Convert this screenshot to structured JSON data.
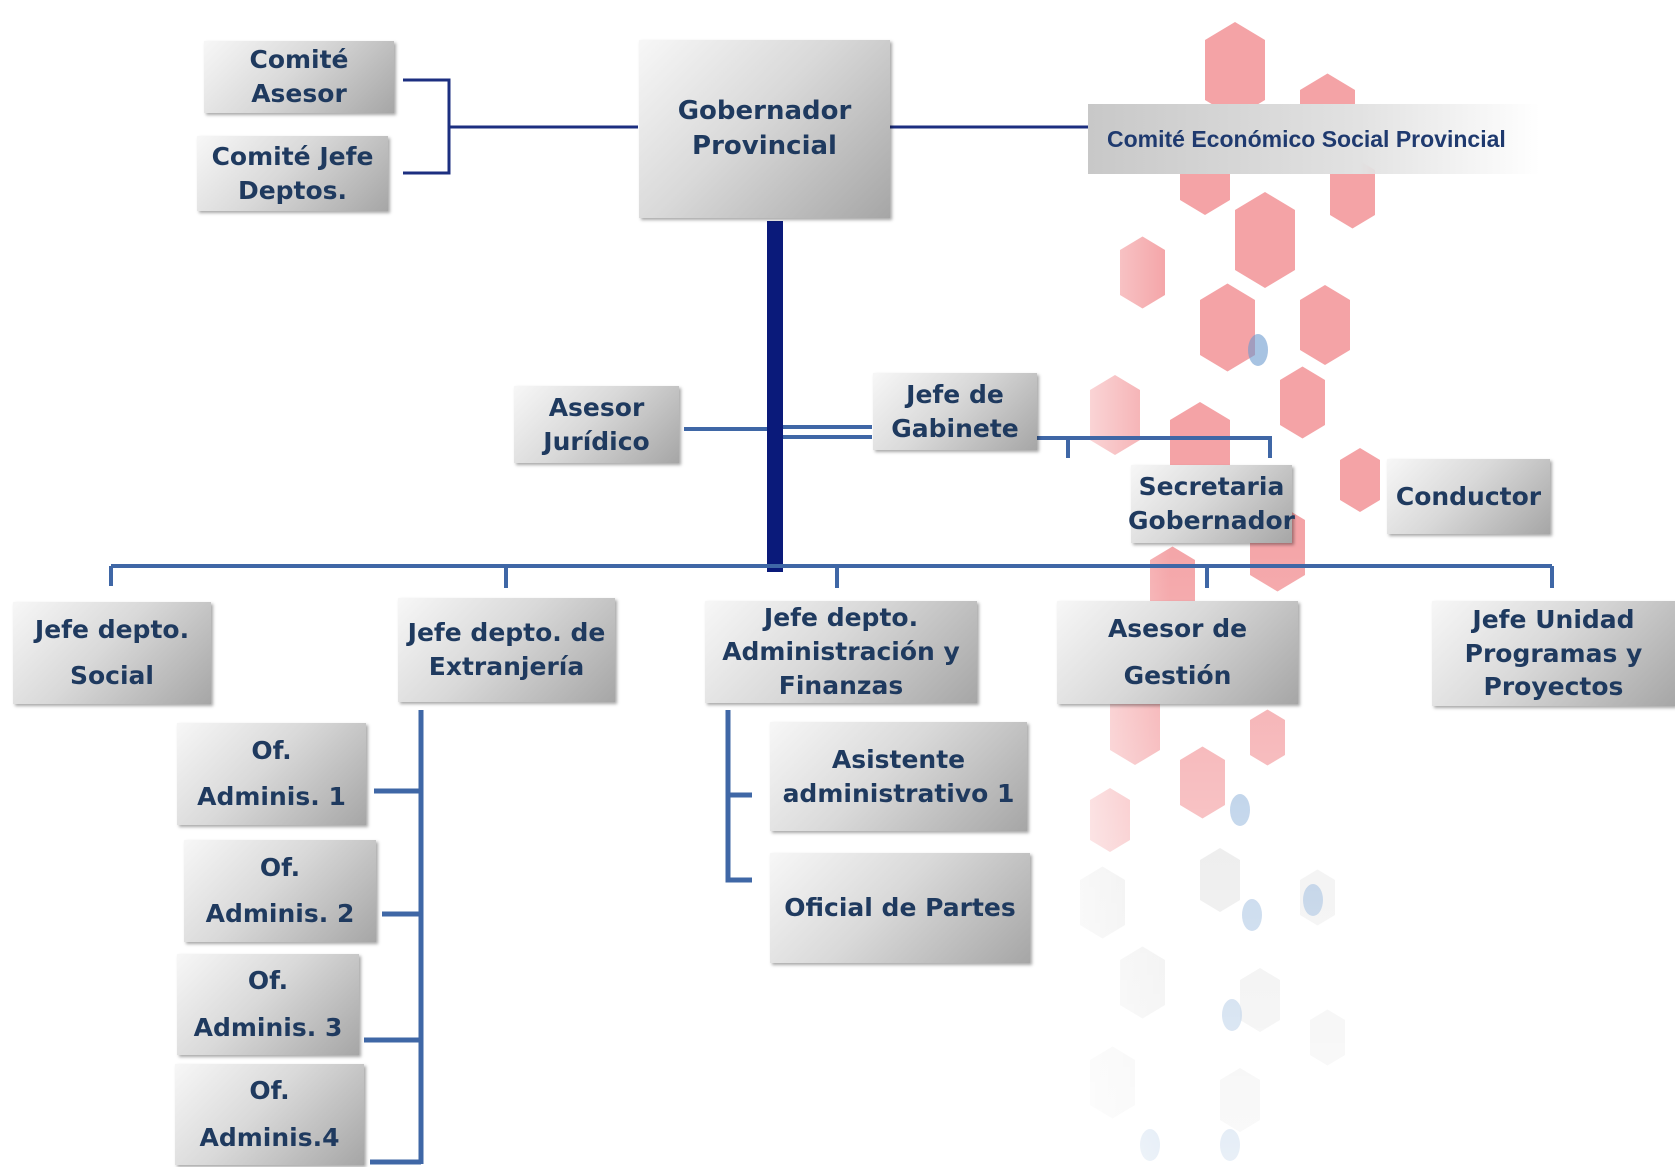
{
  "chart": {
    "root": "Gobernador\nProvincial",
    "advisors_left": [
      "Comité Asesor",
      "Comité Jefe\nDeptos."
    ],
    "council_right": "Comité Económico Social Provincial",
    "staff": {
      "legal": "Asesor\nJurídico",
      "cabinet": "Jefe de\nGabinete",
      "secretary": "Secretaria\nGobernador",
      "driver": "Conductor"
    },
    "departments": [
      "Jefe depto.\nSocial",
      "Jefe depto. de\nExtranjería",
      "Jefe depto.\nAdministración y\nFinanzas",
      "Asesor de\nGestión",
      "Jefe Unidad\nProgramas y\nProyectos"
    ],
    "extranjeria_staff": [
      "Of.\nAdminis. 1",
      "Of.\nAdminis. 2",
      "Of.\nAdminis. 3",
      "Of.\nAdminis.4"
    ],
    "finanzas_staff": [
      "Asistente\nadministrativo 1",
      "Oficial de Partes"
    ]
  },
  "colors": {
    "text": "#1f3a5f",
    "trunk": "#0a1a7a",
    "connector": "#3f67a6",
    "dark_connector": "#1c2f80",
    "decor_red": "#e8464a",
    "decor_blue": "#5b8fc9"
  }
}
